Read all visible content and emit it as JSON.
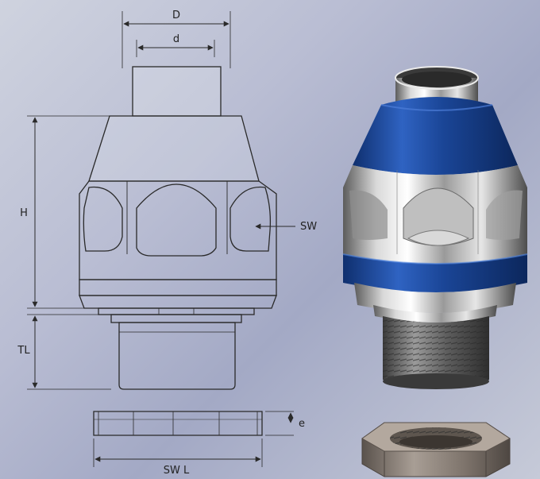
{
  "labels": {
    "D": "D",
    "d": "d",
    "H": "H",
    "SW": "SW",
    "TL": "TL",
    "e": "e",
    "SW_L": "SW L"
  },
  "colors": {
    "background_light": "#cfd3df",
    "background_dark": "#a3a9c5",
    "line": "#2a2a2a",
    "blue_band": "#1f4fa8",
    "metal_light": "#f2f2f2",
    "metal_dark": "#6a6a6a",
    "nut": "#8a7f76"
  },
  "icons": [
    "cable-gland-drawing",
    "cable-gland-render",
    "locknut-render"
  ]
}
